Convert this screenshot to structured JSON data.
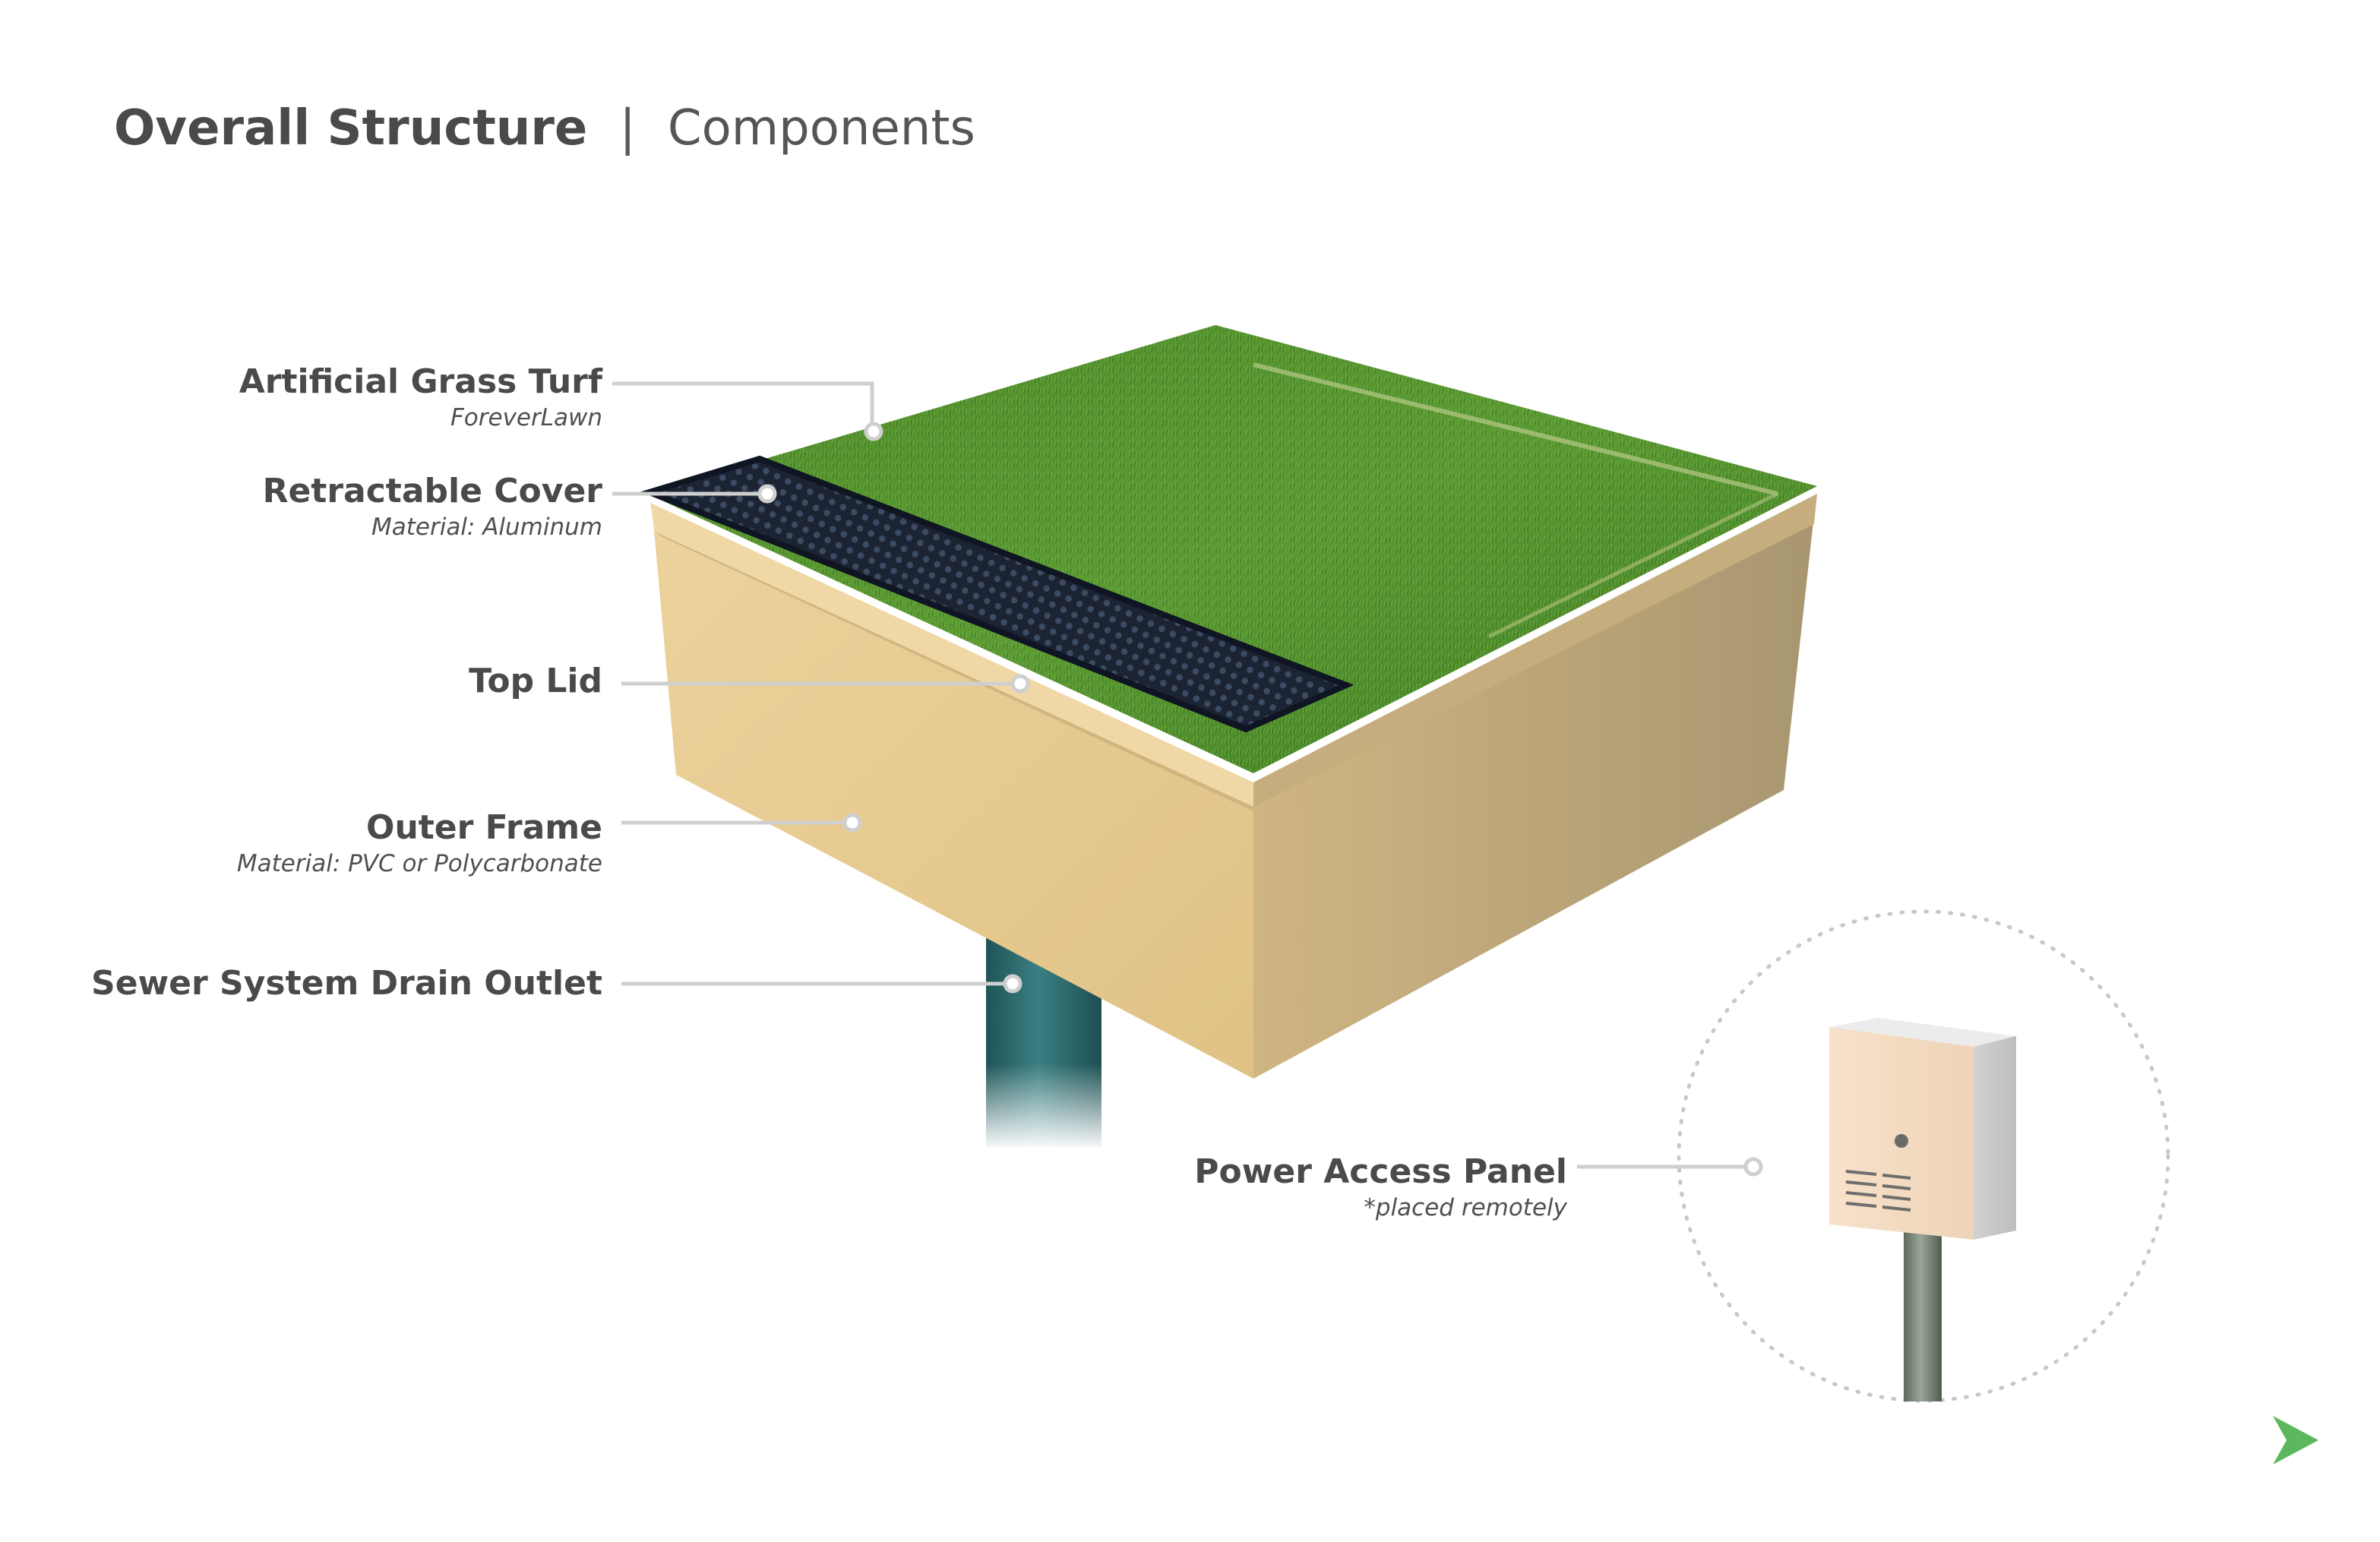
{
  "header": {
    "title": "Overall Structure",
    "separator": "|",
    "subtitle": "Components"
  },
  "components": [
    {
      "name": "Artificial Grass Turf",
      "note": "ForeverLawn"
    },
    {
      "name": "Retractable Cover",
      "note": "Material: Aluminum"
    },
    {
      "name": "Top Lid",
      "note": ""
    },
    {
      "name": "Outer Frame",
      "note": "Material: PVC or Polycarbonate"
    },
    {
      "name": "Sewer System Drain Outlet",
      "note": ""
    },
    {
      "name": "Power Access Panel",
      "note": "*placed remotely"
    }
  ],
  "navigation": {
    "next_icon": "chevron-right-icon"
  },
  "colors": {
    "grass": "#4f8a2b",
    "frame": "#e3c690",
    "cover": "#1f2a3c",
    "pipe": "#2d6a6e",
    "leader": "#cfcfcf",
    "accent_arrow": "#5cb85c",
    "text": "#4a4a48"
  }
}
